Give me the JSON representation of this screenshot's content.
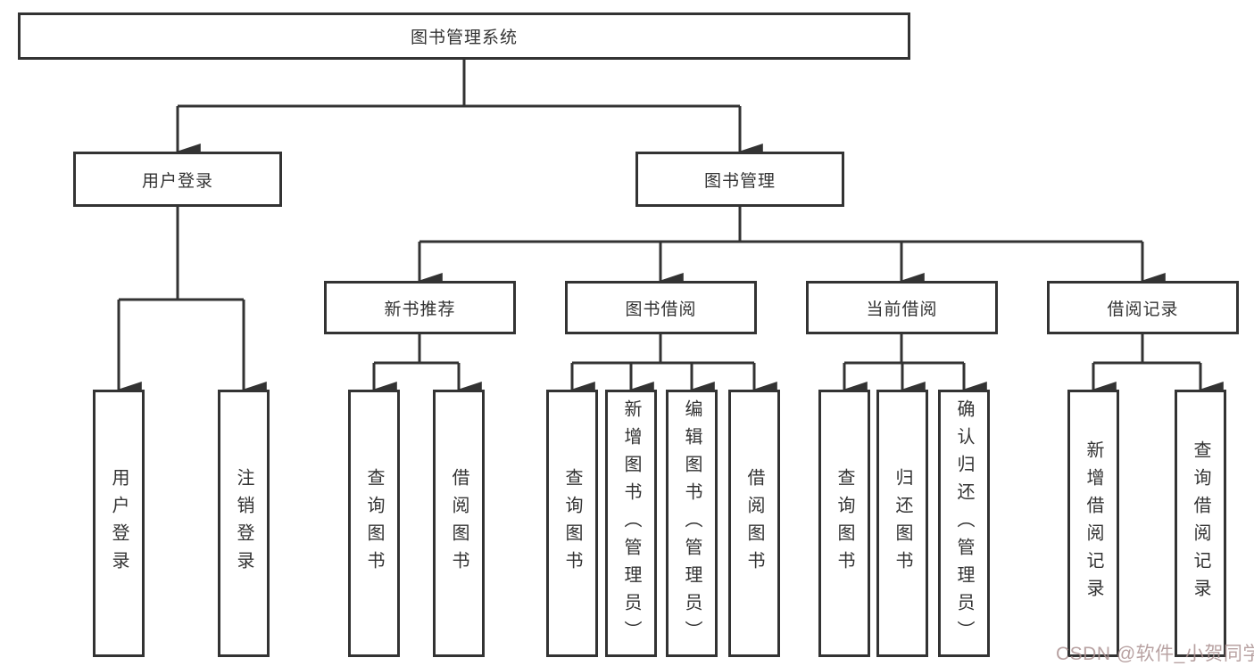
{
  "diagram_title": "图书管理系统",
  "tree": {
    "label": "图书管理系统",
    "children": [
      {
        "label": "用户登录",
        "children": [
          {
            "label": "用户登录"
          },
          {
            "label": "注销登录"
          }
        ]
      },
      {
        "label": "图书管理",
        "children": [
          {
            "label": "新书推荐",
            "children": [
              {
                "label": "查询图书"
              },
              {
                "label": "借阅图书"
              }
            ]
          },
          {
            "label": "图书借阅",
            "children": [
              {
                "label": "查询图书"
              },
              {
                "label": "新增图书（管理员）"
              },
              {
                "label": "编辑图书（管理员）"
              },
              {
                "label": "借阅图书"
              }
            ]
          },
          {
            "label": "当前借阅",
            "children": [
              {
                "label": "查询图书"
              },
              {
                "label": "归还图书"
              },
              {
                "label": "确认归还（管理员）"
              }
            ]
          },
          {
            "label": "借阅记录",
            "children": [
              {
                "label": "新增借阅记录"
              },
              {
                "label": "查询借阅记录"
              }
            ]
          }
        ]
      }
    ]
  },
  "watermark": {
    "text": "CSDN @软件_小贺同学"
  },
  "colors": {
    "line": "#333333",
    "box_border": "#333333",
    "text": "#333333",
    "background": "#ffffff",
    "watermark": "#ac9292"
  }
}
